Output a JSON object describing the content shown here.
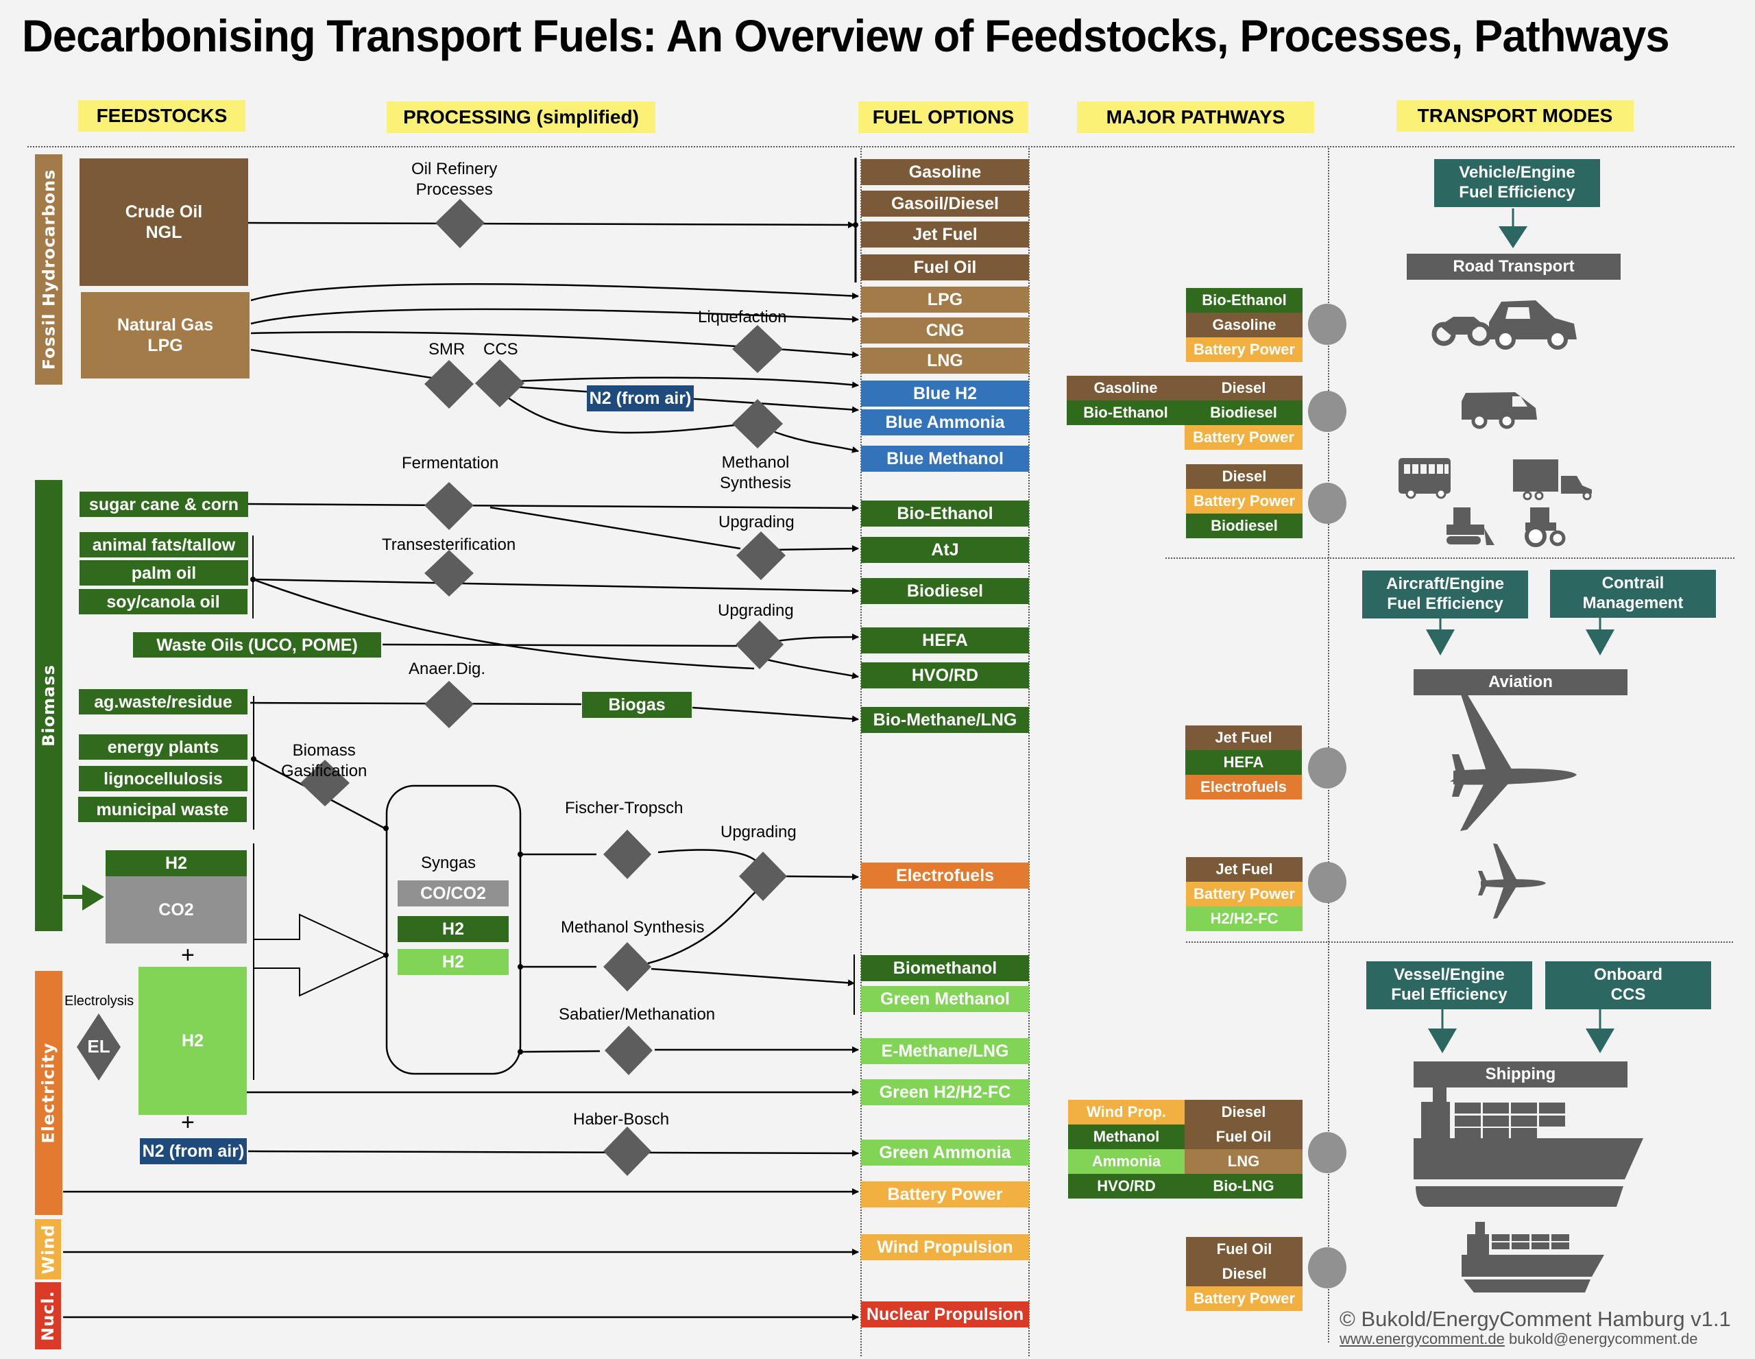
{
  "title": "Decarbonising Transport Fuels: An Overview of Feedstocks, Processes, Pathways",
  "headers": {
    "feedstocks": "FEEDSTOCKS",
    "processing": "PROCESSING (simplified)",
    "fuel_options": "FUEL OPTIONS",
    "major_pathways": "MAJOR PATHWAYS",
    "transport_modes": "TRANSPORT MODES"
  },
  "categories": {
    "fossil": "Fossil Hydrocarbons",
    "biomass": "Biomass",
    "electricity": "Electricity",
    "wind": "Wind",
    "nuclear": "Nucl."
  },
  "feedstocks": {
    "crude_oil": "Crude Oil\nNGL",
    "natural_gas": "Natural Gas\nLPG",
    "sugar": "sugar cane & corn",
    "animal_fats": "animal fats/tallow",
    "palm_oil": "palm oil",
    "soy": "soy/canola oil",
    "waste_oils": "Waste Oils (UCO, POME)",
    "ag_waste": "ag.waste/residue",
    "energy_plants": "energy plants",
    "ligno": "lignocellulosis",
    "municipal": "municipal waste",
    "h2_bio": "H2",
    "co2": "CO2",
    "h2_green": "H2",
    "n2_air": "N2 (from air)",
    "plus": "+"
  },
  "processes": {
    "refinery": "Oil Refinery\nProcesses",
    "liquefaction": "Liquefaction",
    "smr": "SMR",
    "ccs": "CCS",
    "n2_blue": "N2 (from air)",
    "methanol_blue": "Methanol\nSynthesis",
    "fermentation": "Fermentation",
    "upgrading1": "Upgrading",
    "transesterification": "Transesterification",
    "upgrading2": "Upgrading",
    "anaer_dig": "Anaer.Dig.",
    "biogas": "Biogas",
    "biomass_gasification": "Biomass\nGasification",
    "syngas": "Syngas",
    "syngas_co": "CO/CO2",
    "syngas_h2a": "H2",
    "syngas_h2b": "H2",
    "fischer_tropsch": "Fischer-Tropsch",
    "upgrading3": "Upgrading",
    "methanol_synthesis": "Methanol Synthesis",
    "sabatier": "Sabatier/Methanation",
    "haber_bosch": "Haber-Bosch",
    "electrolysis": "Electrolysis",
    "el": "EL"
  },
  "fuels": [
    {
      "label": "Gasoline",
      "color": "brown"
    },
    {
      "label": "Gasoil/Diesel",
      "color": "brown"
    },
    {
      "label": "Jet Fuel",
      "color": "brown"
    },
    {
      "label": "Fuel Oil",
      "color": "brown"
    },
    {
      "label": "LPG",
      "color": "tan"
    },
    {
      "label": "CNG",
      "color": "tan"
    },
    {
      "label": "LNG",
      "color": "tan"
    },
    {
      "label": "Blue H2",
      "color": "blue"
    },
    {
      "label": "Blue Ammonia",
      "color": "blue"
    },
    {
      "label": "Blue Methanol",
      "color": "blue"
    },
    {
      "label": "Bio-Ethanol",
      "color": "dgreen"
    },
    {
      "label": "AtJ",
      "color": "dgreen"
    },
    {
      "label": "Biodiesel",
      "color": "dgreen"
    },
    {
      "label": "HEFA",
      "color": "dgreen"
    },
    {
      "label": "HVO/RD",
      "color": "dgreen"
    },
    {
      "label": "Bio-Methane/LNG",
      "color": "dgreen"
    },
    {
      "label": "Electrofuels",
      "color": "orange"
    },
    {
      "label": "Biomethanol",
      "color": "dgreen"
    },
    {
      "label": "Green Methanol",
      "color": "lgreen"
    },
    {
      "label": "E-Methane/LNG",
      "color": "lgreen"
    },
    {
      "label": "Green H2/H2-FC",
      "color": "lgreen"
    },
    {
      "label": "Green Ammonia",
      "color": "lgreen"
    },
    {
      "label": "Battery Power",
      "color": "amber"
    },
    {
      "label": "Wind Propulsion",
      "color": "amber"
    },
    {
      "label": "Nuclear Propulsion",
      "color": "red"
    }
  ],
  "pathways": {
    "cars": [
      "Bio-Ethanol",
      "Gasoline",
      "Battery Power"
    ],
    "vans": {
      "left": [
        "Gasoline",
        "Bio-Ethanol"
      ],
      "right": [
        "Diesel",
        "Biodiesel",
        "Battery Power"
      ]
    },
    "heavy": [
      "Diesel",
      "Battery Power",
      "Biodiesel"
    ],
    "large_aircraft": [
      "Jet Fuel",
      "HEFA",
      "Electrofuels"
    ],
    "small_aircraft": [
      "Jet Fuel",
      "Battery Power",
      "H2/H2-FC"
    ],
    "large_ships": {
      "left": [
        "Wind Prop.",
        "Methanol",
        "Ammonia",
        "HVO/RD"
      ],
      "right": [
        "Diesel",
        "Fuel Oil",
        "LNG",
        "Bio-LNG"
      ]
    },
    "small_ships": [
      "Fuel Oil",
      "Diesel",
      "Battery Power"
    ]
  },
  "transport": {
    "vehicle_efficiency": "Vehicle/Engine\nFuel Efficiency",
    "road": "Road Transport",
    "aircraft_efficiency": "Aircraft/Engine\nFuel Efficiency",
    "contrail": "Contrail\nManagement",
    "aviation": "Aviation",
    "vessel_efficiency": "Vessel/Engine\nFuel Efficiency",
    "onboard_ccs": "Onboard\nCCS",
    "shipping": "Shipping"
  },
  "footer": {
    "copyright": "© Bukold/EnergyComment Hamburg v1.1",
    "website": "www.energycomment.de",
    "email": "bukold@energycomment.de"
  }
}
